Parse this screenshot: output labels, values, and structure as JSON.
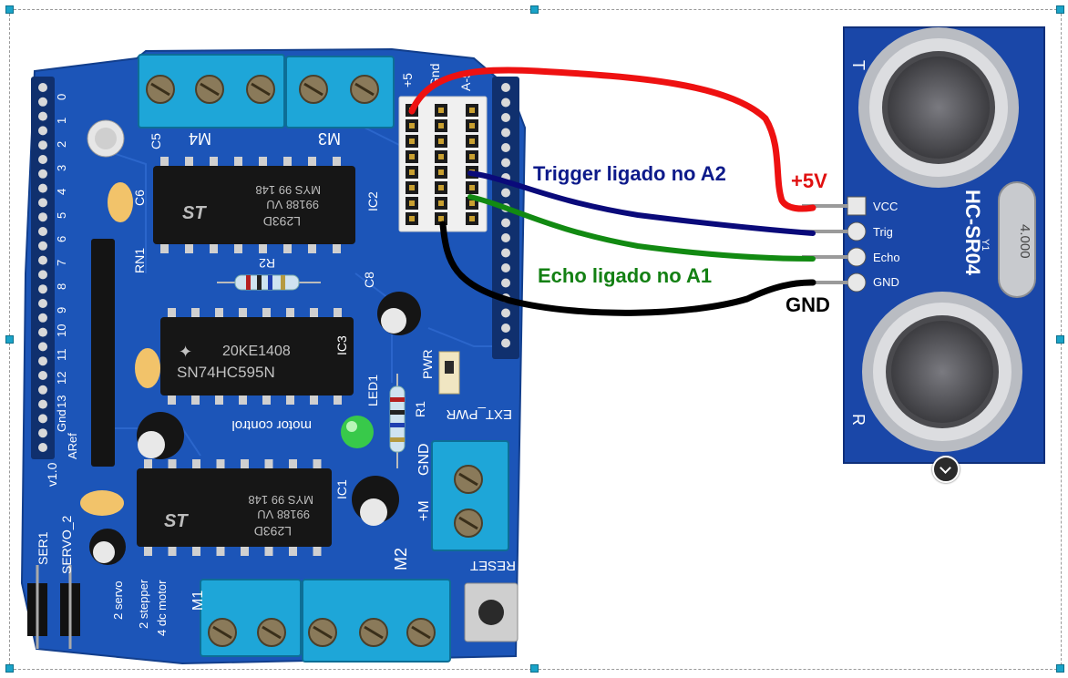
{
  "labels": {
    "trigger": "Trigger ligado no A2",
    "echo": "Echo ligado no A1",
    "vcc_wire": "+5V",
    "gnd_wire": "GND"
  },
  "shield": {
    "power_header": [
      "+5",
      "Gnd",
      "A-5"
    ],
    "chips": [
      {
        "line1": "L293D",
        "line2": "99188 VU",
        "line3": "MYS 99 148"
      },
      {
        "line1": "20KE1408",
        "line2": "SN74HC595N",
        "line3": ""
      },
      {
        "line1": "L293D",
        "line2": "99188 VU",
        "line3": "MYS 99 148"
      }
    ],
    "markings": {
      "m4": "M4",
      "m3": "M3",
      "m1": "M1",
      "m2": "M2",
      "c5": "C5",
      "c6": "C6",
      "c8": "C8",
      "ic2": "IC2",
      "ic3": "IC3",
      "ic1": "IC1",
      "r2": "R2",
      "r1": "R1",
      "rn1": "RN1",
      "led1": "LED1",
      "pwr": "PWR",
      "ext_pwr": "EXT_PWR",
      "gnd": "GND",
      "plus_m": "+M",
      "reset": "RESET",
      "motor_control": "motor control",
      "version": "v1.0",
      "aref": "ARef",
      "servo1": "SER1",
      "servo2": "SERVO_2",
      "stepper": "2 stepper",
      "dc_motor": "4 dc motor",
      "servo_list": "2 servo",
      "digital_pins": [
        "0",
        "1",
        "2",
        "3",
        "4",
        "5",
        "6",
        "7",
        "8",
        "9",
        "10",
        "11",
        "12",
        "13",
        "Gnd"
      ]
    }
  },
  "sensor": {
    "model": "HC-SR04",
    "pins": [
      "VCC",
      "Trig",
      "Echo",
      "GND"
    ],
    "crystal": "4.000",
    "y1": "Y1",
    "t": "T",
    "r": "R"
  },
  "colors": {
    "wire_vcc": "#ee1111",
    "wire_trig": "#0a0a7a",
    "wire_echo": "#128a12",
    "wire_gnd": "#000000",
    "board": "#1c55b8",
    "sensor_board": "#1a47a8",
    "terminal": "#1ea6d8",
    "label_trig": "#0d1a8a",
    "label_echo": "#138013",
    "label_vcc": "#e01010"
  }
}
